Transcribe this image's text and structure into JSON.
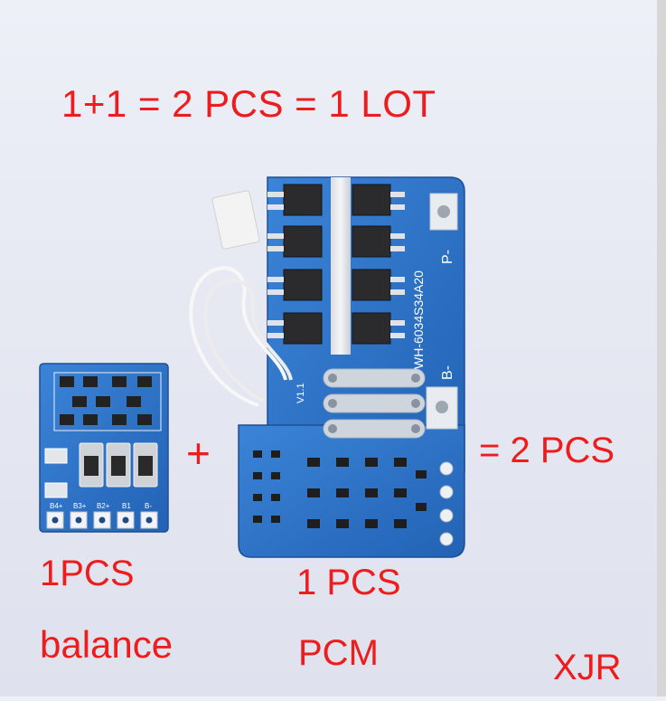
{
  "headline": "1+1 = 2 PCS = 1 LOT",
  "plus_sign": "+",
  "equals_label": "= 2 PCS",
  "left_board": {
    "qty_label": "1PCS",
    "name_label": "balance",
    "silkscreen": [
      "B4+",
      "B3+",
      "B2+",
      "B1",
      "B-"
    ]
  },
  "right_board": {
    "qty_label": "1 PCS",
    "name_label": "PCM",
    "model_text": "WH-6034S34A20",
    "version_text": "V1.1",
    "pad_labels": [
      "P-",
      "B-"
    ]
  },
  "watermark": "XJR",
  "colors": {
    "text_red": "#ee1c1c",
    "pcb_blue": "#2a70c8",
    "background": "#e6e8f2"
  }
}
